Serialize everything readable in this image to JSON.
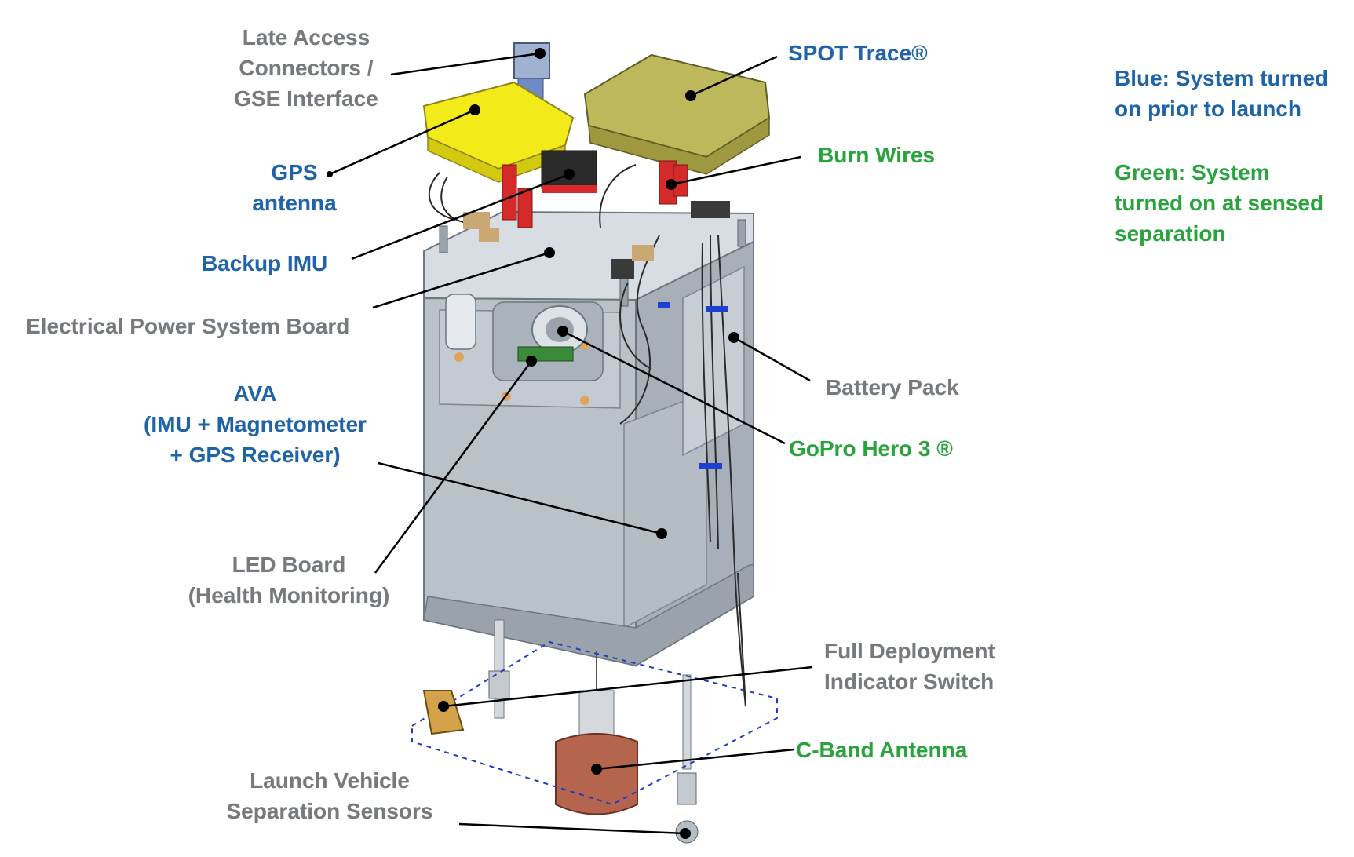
{
  "colors": {
    "gray_label": "#777a7d",
    "blue_label": "#1f63a8",
    "green_label": "#27a53c"
  },
  "labels": {
    "late_access": [
      "Late Access",
      "Connectors /",
      "GSE Interface"
    ],
    "gps_antenna": [
      "GPS",
      "antenna"
    ],
    "backup_imu": "Backup IMU",
    "eps_board": "Electrical Power System Board",
    "ava": [
      "AVA",
      "(IMU + Magnetometer",
      "+ GPS Receiver)"
    ],
    "led_board": [
      "LED Board",
      "(Health Monitoring)"
    ],
    "launch_sensors": [
      "Launch Vehicle",
      "Separation Sensors"
    ],
    "spot_trace": "SPOT Trace®",
    "burn_wires": "Burn Wires",
    "battery_pack": "Battery Pack",
    "gopro": "GoPro Hero 3 ®",
    "full_deploy": [
      "Full Deployment",
      "Indicator Switch"
    ],
    "c_band": "C-Band Antenna"
  },
  "legend": {
    "blue": [
      "Blue: System turned",
      "on prior to launch"
    ],
    "green": [
      "Green: System",
      "turned on at sensed",
      "separation"
    ]
  }
}
